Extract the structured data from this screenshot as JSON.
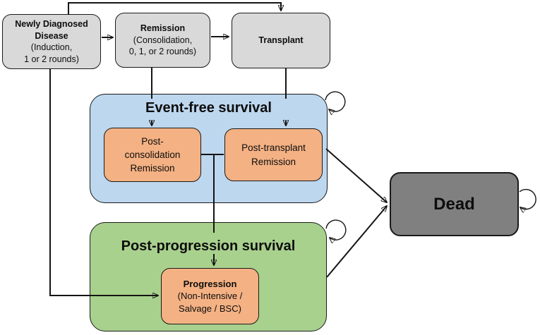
{
  "colors": {
    "box-gray": "#d9d9d9",
    "container-blue": "#bdd7ee",
    "container-green": "#a9d18e",
    "box-orange": "#f4b183",
    "dead-gray": "#808080",
    "border": "#1a1a1a",
    "line": "#141414"
  },
  "nodes": {
    "newly_diagnosed": {
      "title": "Newly Diagnosed\nDisease",
      "detail": "(Induction,\n1 or 2 rounds)"
    },
    "remission": {
      "title": "Remission",
      "detail": "(Consolidation,\n0, 1, or 2 rounds)"
    },
    "transplant": {
      "title": "Transplant"
    },
    "event_free_survival": {
      "title": "Event-free survival"
    },
    "post_consolidation_remission": {
      "label": "Post-\nconsolidation\nRemission"
    },
    "post_transplant_remission": {
      "label": "Post-transplant\nRemission"
    },
    "post_progression_survival": {
      "title": "Post-progression survival"
    },
    "progression": {
      "title": "Progression",
      "detail": "(Non-Intensive /\nSalvage / BSC)"
    },
    "dead": {
      "title": "Dead"
    }
  },
  "edges": [
    {
      "from": "newly_diagnosed",
      "to": "remission"
    },
    {
      "from": "newly_diagnosed",
      "to": "transplant"
    },
    {
      "from": "remission",
      "to": "transplant"
    },
    {
      "from": "remission",
      "to": "event_free_survival.post_consolidation_remission"
    },
    {
      "from": "transplant",
      "to": "event_free_survival.post_transplant_remission"
    },
    {
      "from": "post_consolidation_remission",
      "to": "post_transplant_remission"
    },
    {
      "from": "event_free_survival",
      "to": "post_progression_survival.progression"
    },
    {
      "from": "newly_diagnosed",
      "to": "post_progression_survival.progression"
    },
    {
      "from": "event_free_survival",
      "to": "dead"
    },
    {
      "from": "post_progression_survival",
      "to": "dead"
    },
    {
      "from": "event_free_survival",
      "to": "event_free_survival",
      "type": "self-loop"
    },
    {
      "from": "post_progression_survival",
      "to": "post_progression_survival",
      "type": "self-loop"
    },
    {
      "from": "dead",
      "to": "dead",
      "type": "self-loop"
    }
  ]
}
